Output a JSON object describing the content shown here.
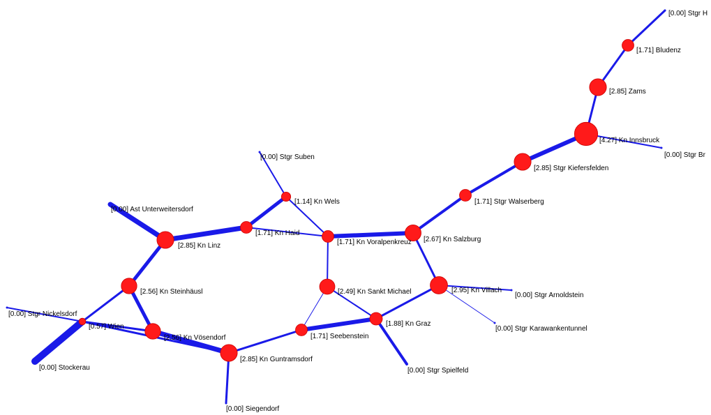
{
  "colors": {
    "edge": "#1a1ae8",
    "node": "#ff1a1a",
    "node_stroke": "#cc0000",
    "background": "#ffffff",
    "label": "#000000"
  },
  "nodes": [
    {
      "id": "stgr_h",
      "label": "[0.00] Stgr H",
      "value": 0.0
    },
    {
      "id": "bludenz",
      "label": "[1.71] Bludenz",
      "value": 1.71
    },
    {
      "id": "zams",
      "label": "[2.85] Zams",
      "value": 2.85
    },
    {
      "id": "innsbruck",
      "label": "[4.27] Kn Innsbruck",
      "value": 4.27
    },
    {
      "id": "stgr_br",
      "label": "[0.00] Stgr Br",
      "value": 0.0
    },
    {
      "id": "kiefersfelden",
      "label": "[2.85] Stgr Kiefersfelden",
      "value": 2.85
    },
    {
      "id": "walserberg",
      "label": "[1.71] Stgr Walserberg",
      "value": 1.71
    },
    {
      "id": "salzburg",
      "label": "[2.67] Kn Salzburg",
      "value": 2.67
    },
    {
      "id": "voralpenkreuz",
      "label": "[1.71] Kn Voralpenkreuz",
      "value": 1.71
    },
    {
      "id": "suben",
      "label": "[0.00] Stgr Suben",
      "value": 0.0
    },
    {
      "id": "wels",
      "label": "[1.14] Kn Wels",
      "value": 1.14
    },
    {
      "id": "haid",
      "label": "[1.71] Kn Haid",
      "value": 1.71
    },
    {
      "id": "linz",
      "label": "[2.85] Kn Linz",
      "value": 2.85
    },
    {
      "id": "unterweitersdorf",
      "label": "[0.00] Ast Unterweitersdorf",
      "value": 0.0
    },
    {
      "id": "steinhausl",
      "label": "[2.56] Kn Steinhäusl",
      "value": 2.56
    },
    {
      "id": "nickelsdorf",
      "label": "[0.00] Stgr Nickelsdorf",
      "value": 0.0
    },
    {
      "id": "wien",
      "label": "[0.57] Wien",
      "value": 0.57
    },
    {
      "id": "stockerau",
      "label": "[0.00] Stockerau",
      "value": 0.0
    },
    {
      "id": "vosendorf",
      "label": "[2.56] Kn Vösendorf",
      "value": 2.56
    },
    {
      "id": "guntramsdorf",
      "label": "[2.85] Kn Guntramsdorf",
      "value": 2.85
    },
    {
      "id": "siegendorf",
      "label": "[0.00] Siegendorf",
      "value": 0.0
    },
    {
      "id": "seebenstein",
      "label": "[1.71] Seebenstein",
      "value": 1.71
    },
    {
      "id": "sankt_michael",
      "label": "[2.49] Kn Sankt Michael",
      "value": 2.49
    },
    {
      "id": "graz",
      "label": "[1.88] Kn Graz",
      "value": 1.88
    },
    {
      "id": "spielfeld",
      "label": "[0.00] Stgr Spielfeld",
      "value": 0.0
    },
    {
      "id": "villach",
      "label": "[2.95] Kn Villach",
      "value": 2.95
    },
    {
      "id": "arnoldstein",
      "label": "[0.00] Stgr Arnoldstein",
      "value": 0.0
    },
    {
      "id": "karawankentunnel",
      "label": "[0.00] Stgr Karawankentunnel",
      "value": 0.0
    }
  ],
  "edges": [
    {
      "from": "stgr_h",
      "to": "bludenz",
      "weight": 3
    },
    {
      "from": "bludenz",
      "to": "zams",
      "weight": 3
    },
    {
      "from": "zams",
      "to": "innsbruck",
      "weight": 3
    },
    {
      "from": "innsbruck",
      "to": "stgr_br",
      "weight": 2
    },
    {
      "from": "innsbruck",
      "to": "kiefersfelden",
      "weight": 6
    },
    {
      "from": "kiefersfelden",
      "to": "walserberg",
      "weight": 4
    },
    {
      "from": "walserberg",
      "to": "salzburg",
      "weight": 4
    },
    {
      "from": "salzburg",
      "to": "voralpenkreuz",
      "weight": 6
    },
    {
      "from": "salzburg",
      "to": "villach",
      "weight": 3
    },
    {
      "from": "voralpenkreuz",
      "to": "wels",
      "weight": 2
    },
    {
      "from": "voralpenkreuz",
      "to": "haid",
      "weight": 2
    },
    {
      "from": "voralpenkreuz",
      "to": "sankt_michael",
      "weight": 2
    },
    {
      "from": "suben",
      "to": "wels",
      "weight": 2
    },
    {
      "from": "wels",
      "to": "haid",
      "weight": 5
    },
    {
      "from": "haid",
      "to": "linz",
      "weight": 7
    },
    {
      "from": "unterweitersdorf",
      "to": "linz",
      "weight": 7
    },
    {
      "from": "linz",
      "to": "steinhausl",
      "weight": 5
    },
    {
      "from": "steinhausl",
      "to": "vosendorf",
      "weight": 5
    },
    {
      "from": "steinhausl",
      "to": "wien",
      "weight": 3
    },
    {
      "from": "nickelsdorf",
      "to": "wien",
      "weight": 2
    },
    {
      "from": "wien",
      "to": "stockerau",
      "weight": 10
    },
    {
      "from": "wien",
      "to": "vosendorf",
      "weight": 3
    },
    {
      "from": "wien",
      "to": "guntramsdorf",
      "weight": 3
    },
    {
      "from": "vosendorf",
      "to": "guntramsdorf",
      "weight": 7
    },
    {
      "from": "guntramsdorf",
      "to": "siegendorf",
      "weight": 3
    },
    {
      "from": "guntramsdorf",
      "to": "seebenstein",
      "weight": 3
    },
    {
      "from": "seebenstein",
      "to": "sankt_michael",
      "weight": 1
    },
    {
      "from": "seebenstein",
      "to": "graz",
      "weight": 6
    },
    {
      "from": "sankt_michael",
      "to": "graz",
      "weight": 2
    },
    {
      "from": "graz",
      "to": "villach",
      "weight": 3
    },
    {
      "from": "graz",
      "to": "spielfeld",
      "weight": 4
    },
    {
      "from": "villach",
      "to": "arnoldstein",
      "weight": 2
    },
    {
      "from": "villach",
      "to": "karawankentunnel",
      "weight": 1
    }
  ]
}
